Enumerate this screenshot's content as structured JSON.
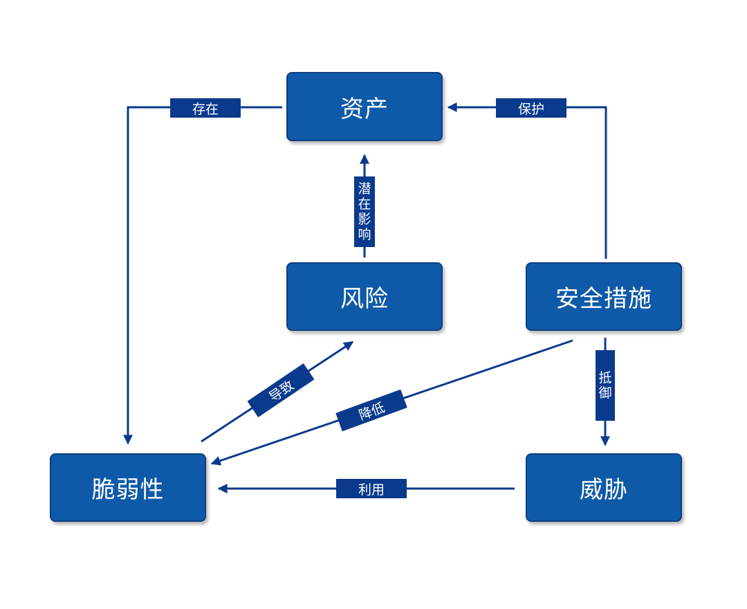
{
  "nodes": {
    "assets": "资产",
    "risk": "风险",
    "security_measures": "安全措施",
    "vulnerability": "脆弱性",
    "threat": "威胁"
  },
  "edges": {
    "exist": "存在",
    "protect": "保护",
    "potential_impact": "潜在影响",
    "defend": "抵御",
    "cause": "导致",
    "reduce": "降低",
    "use": "利用"
  },
  "colors": {
    "node_fill": "#0f5aa8",
    "node_border": "#0a3f7f",
    "line": "#0a3a8c",
    "label_fill": "#0a3a8c",
    "text": "#ffffff"
  }
}
